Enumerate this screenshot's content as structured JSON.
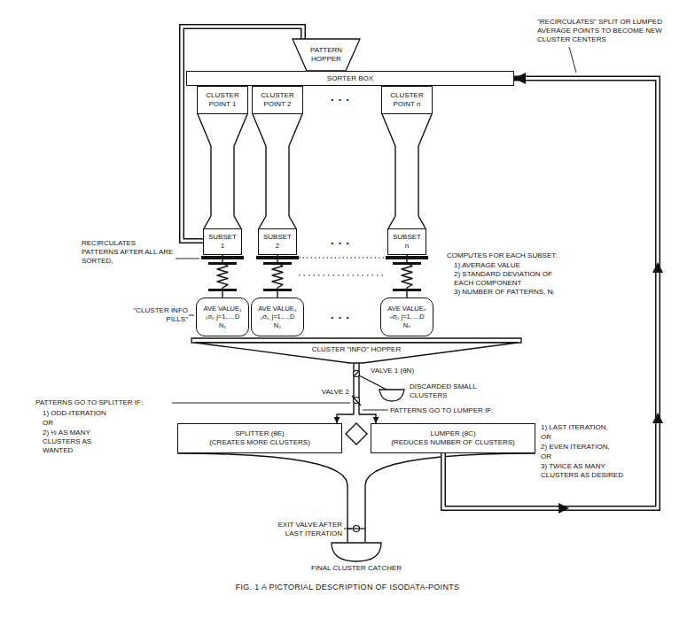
{
  "diagram": {
    "caption": "FIG. 1 A PICTORIAL DESCRIPTION OF ISODATA-POINTS",
    "nodes": [
      {
        "text": [
          "PATTERN HOPPER"
        ]
      },
      {
        "text": [
          "SORTER BOX"
        ]
      },
      {
        "text": [
          "CLUSTER POINT 1"
        ]
      },
      {
        "text": [
          "CLUSTER POINT 2"
        ]
      },
      {
        "text": [
          "CLUSTER POINT n"
        ]
      },
      {
        "text": [
          "SUBSET 1"
        ]
      },
      {
        "text": [
          "SUBSET 2"
        ]
      },
      {
        "text": [
          "SUBSET n"
        ]
      },
      {
        "text": [
          "AVE VALUE₁",
          "₁σⱼ, j=1,...,D",
          "N₁"
        ]
      },
      {
        "text": [
          "AVE VALUE₂",
          "₂σⱼ, j=1,...,D",
          "N₂"
        ]
      },
      {
        "text": [
          "AVE VALUEₙ",
          "ₙσⱼ, j=1,...,D",
          "Nₙ"
        ]
      },
      {
        "text": [
          "CLUSTER \"INFO\" HOPPER"
        ]
      },
      {
        "text": [
          "SPLITTER (θE)",
          "(CREATES MORE CLUSTERS)"
        ]
      },
      {
        "text": [
          "LUMPER (θC)",
          "(REDUCES NUMBER OF CLUSTERS)"
        ]
      },
      {
        "text": [
          "FINAL CLUSTER CATCHER"
        ]
      }
    ],
    "edges": [
      {
        "from": 2,
        "to": 5,
        "arrow": "none"
      },
      {
        "from": 3,
        "to": 6,
        "arrow": "none"
      },
      {
        "from": 4,
        "to": 7,
        "arrow": "none"
      },
      {
        "from": 5,
        "to": 8,
        "arrow": "none"
      },
      {
        "from": 6,
        "to": 9,
        "arrow": "none"
      },
      {
        "from": 7,
        "to": 10,
        "arrow": "none"
      },
      {
        "from": 5,
        "to": 0,
        "arrow": "none"
      },
      {
        "from": 11,
        "to": 12,
        "arrow": "to"
      },
      {
        "from": 11,
        "to": 13,
        "arrow": "to"
      },
      {
        "from": 12,
        "to": 14,
        "arrow": "none"
      },
      {
        "from": 13,
        "to": 14,
        "arrow": "none"
      },
      {
        "from": 13,
        "to": 1,
        "arrow": "to"
      }
    ],
    "labels": [
      "...",
      "...",
      "...",
      "RECIRCULATES PATTERNS AFTER ALL ARE SORTED,",
      "\"RECIRCULATES\" SPLIT OR LUMPED AVERAGE POINTS TO BECOME NEW CLUSTER CENTERS",
      "COMPUTES FOR EACH SUBSET:",
      "1) AVERAGE VALUE",
      "2) STANDARD DEVIATION OF EACH COMPONENT",
      "3) NUMBER OF PATTERNS, Nᵢ",
      "\"CLUSTER INFO PILLS\"",
      "VALVE 1 (θN)",
      "VALVE 2",
      "DISCARDED SMALL CLUSTERS",
      "PATTERNS GO TO SPLITTER IF:",
      "1) ODD-ITERATION",
      "OR",
      "2) ½ AS MANY CLUSTERS AS WANTED",
      "PATTERNS GO TO LUMPER IF:",
      "1) LAST ITERATION,",
      "OR",
      "2) EVEN ITERATION,",
      "OR",
      "3) TWICE AS MANY CLUSTERS AS DESIRED",
      "EXIT VALVE AFTER LAST ITERATION"
    ]
  }
}
